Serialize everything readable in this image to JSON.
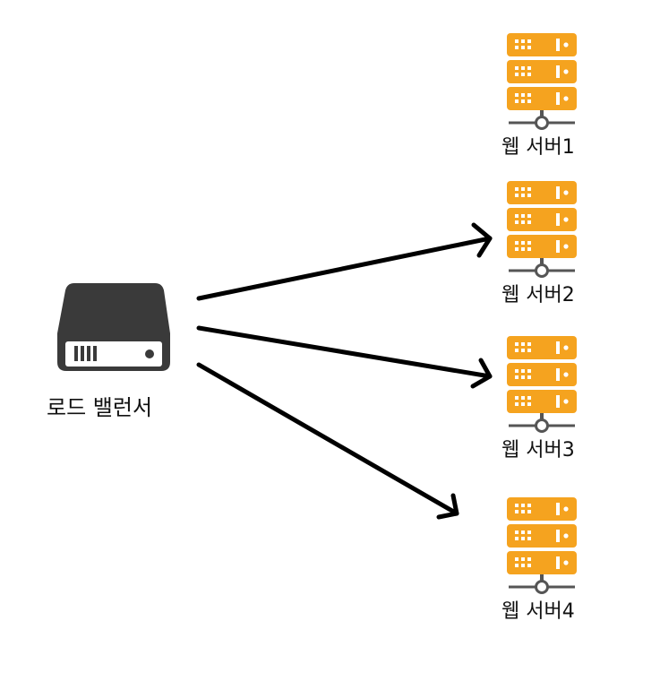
{
  "load_balancer": {
    "label": "로드 밸런서"
  },
  "web_servers": [
    {
      "label": "웹 서버1"
    },
    {
      "label": "웹 서버2"
    },
    {
      "label": "웹 서버3"
    },
    {
      "label": "웹 서버4"
    }
  ],
  "colors": {
    "server_orange": "#F5A31F",
    "server_detail": "#FFFFFF",
    "load_balancer_body": "#3A3A3A",
    "arrow": "#000000",
    "connector": "#555555"
  },
  "icons": {
    "load_balancer": "hard-drive-icon",
    "web_server": "server-rack-icon"
  }
}
